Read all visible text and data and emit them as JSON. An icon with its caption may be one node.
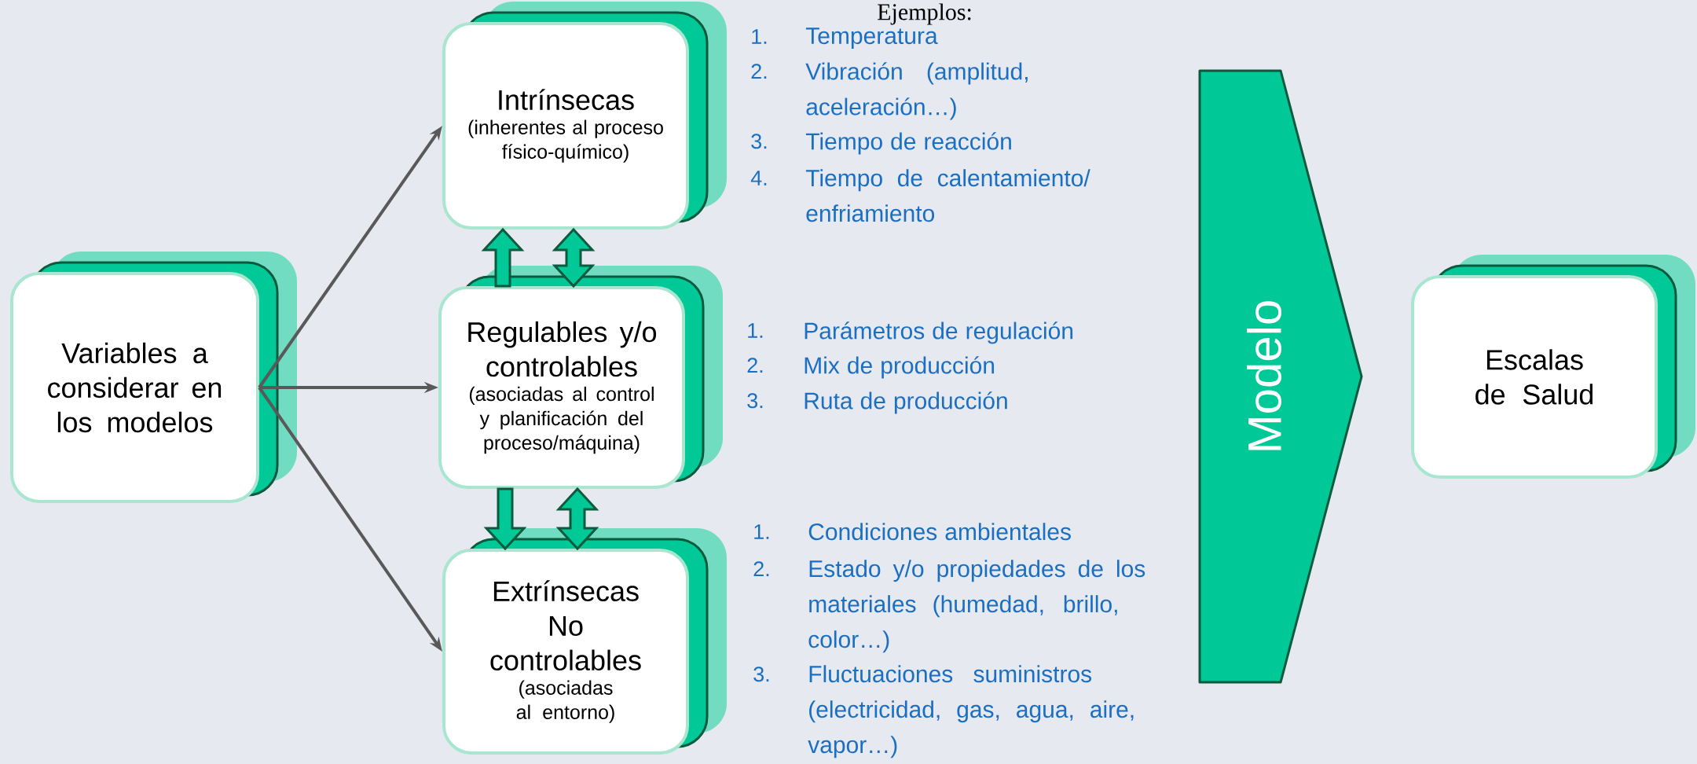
{
  "diagram": {
    "nodes": [
      {
        "text": [
          "Variables a considerar en los modelos"
        ]
      },
      {
        "text": [
          "Intrínsecas",
          "(inherentes al proceso físico-químico)"
        ]
      },
      {
        "text": [
          "Regulables y/o controlables",
          "(asociadas al control y planificación del proceso/máquina)"
        ]
      },
      {
        "text": [
          "Extrínsecas No controlables",
          "(asociadas al entorno)"
        ]
      },
      {
        "text": [
          "Modelo"
        ]
      },
      {
        "text": [
          "Escalas de Salud"
        ]
      }
    ],
    "edges": [
      {
        "from": 0,
        "to": 1,
        "arrow": "to",
        "color": "#595959"
      },
      {
        "from": 0,
        "to": 2,
        "arrow": "to",
        "color": "#595959"
      },
      {
        "from": 0,
        "to": 3,
        "arrow": "to",
        "color": "#595959"
      },
      {
        "from": 2,
        "to": 1,
        "arrow": "to",
        "style": "thick"
      },
      {
        "from": 1,
        "to": 2,
        "arrow": "both",
        "style": "thick"
      },
      {
        "from": 2,
        "to": 3,
        "arrow": "to",
        "style": "thick"
      },
      {
        "from": 2,
        "to": 3,
        "arrow": "both",
        "style": "thick"
      }
    ],
    "labels": [
      "Ejemplos:",
      "1.",
      "Temperatura",
      "2.",
      "Vibración (amplitud, aceleración…)",
      "3.",
      "Tiempo de reacción",
      "4.",
      "Tiempo de calentamiento/ enfriamiento",
      "1.",
      "Parámetros de regulación",
      "2.",
      "Mix de producción",
      "3.",
      "Ruta de producción",
      "1.",
      "Condiciones ambientales",
      "2.",
      "Estado y/o propiedades de los materiales (humedad, brillo, color…)",
      "3.",
      "Fluctuaciones suministros (electricidad, gas, agua, aire, vapor…)"
    ]
  }
}
